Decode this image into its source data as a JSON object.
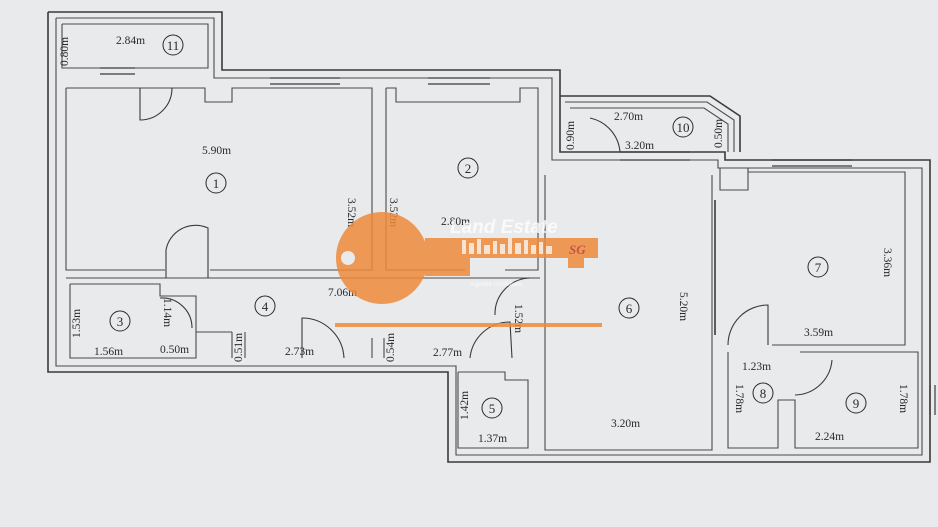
{
  "rooms": [
    {
      "number": "1"
    },
    {
      "number": "2"
    },
    {
      "number": "3"
    },
    {
      "number": "4"
    },
    {
      "number": "5"
    },
    {
      "number": "6"
    },
    {
      "number": "7"
    },
    {
      "number": "8"
    },
    {
      "number": "9"
    },
    {
      "number": "10"
    },
    {
      "number": "11"
    }
  ],
  "dimensions": [
    "2.84m",
    "0.80m",
    "5.90m",
    "3.52m",
    "3.52m",
    "2.80m",
    "2.70m",
    "0.90m",
    "3.20m",
    "0.50m",
    "3.36m",
    "7.06m",
    "1.53m",
    "1.56m",
    "1.14m",
    "0.50m",
    "0.51m",
    "2.73m",
    "0.54m",
    "2.77m",
    "1.52m",
    "5.20m",
    "3.59m",
    "1.23m",
    "1.78m",
    "1.42m",
    "1.37m",
    "3.20m",
    "2.24m",
    "1.78m"
  ],
  "watermark": {
    "brand": "Land Estate",
    "tagline": "Agentie Imobiliara",
    "monogram": "SG",
    "color": "#f08a3c"
  }
}
